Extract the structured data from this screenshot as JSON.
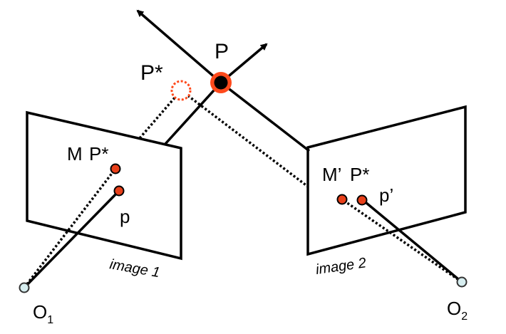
{
  "diagram": {
    "labels": {
      "point": "P",
      "point_estimate": "P*",
      "proj1_measured": "M",
      "proj1_estimate": "P*",
      "proj1_true": "p",
      "proj2_measured": "M’",
      "proj2_estimate": "P*",
      "proj2_true": "p’",
      "image1": "image 1",
      "image2": "image 2",
      "camera1_base": "O",
      "camera1_sub": "1",
      "camera2_base": "O",
      "camera2_sub": "2"
    },
    "colors": {
      "line": "#000000",
      "point_fill": "#000000",
      "point_ring": "#ff4a1c",
      "estimate_ring": "#ff4a1c",
      "projection_dot": "#e8401a",
      "camera_fill": "#d7eef0",
      "camera_stroke": "#333333"
    }
  }
}
